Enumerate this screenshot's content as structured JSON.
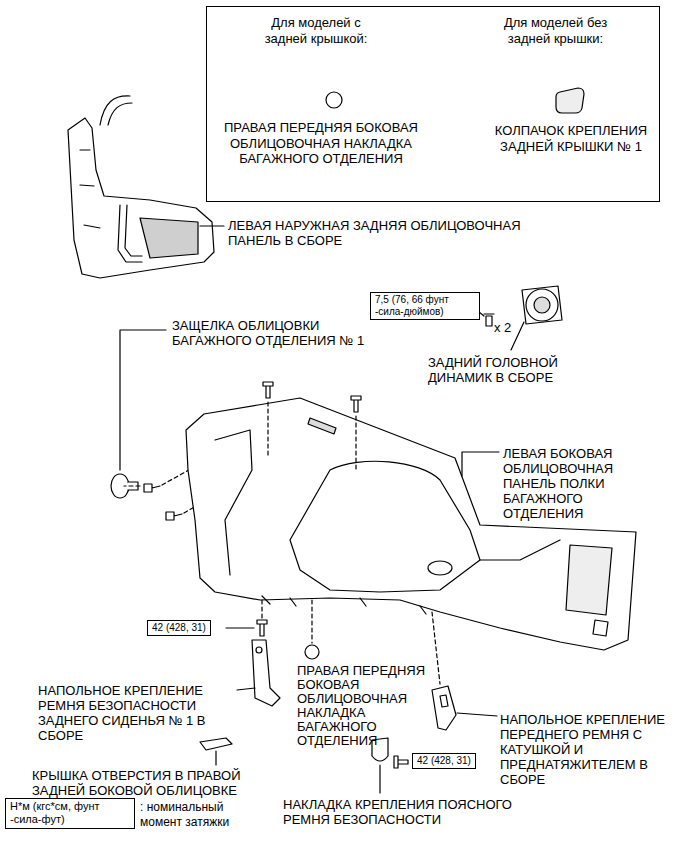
{
  "diagram": {
    "nodes": [
      {
        "text": [
          "Для моделей с задней крышкой:",
          "Для моделей без задней крышки:",
          "ПРАВАЯ ПЕРЕДНЯЯ БОКОВАЯ ОБЛИЦОВОЧНАЯ НАКЛАДКА БАГАЖНОГО ОТДЕЛЕНИЯ",
          "КОЛПАЧОК КРЕПЛЕНИЯ ЗАДНЕЙ КРЫШКИ № 1"
        ]
      },
      {
        "text": [
          "7,5 (76, 66 фунт -сила-дюймов)"
        ]
      },
      {
        "text": [
          "42 (428, 31)"
        ]
      },
      {
        "text": [
          "42 (428, 31)"
        ]
      },
      {
        "text": [
          "Н*м (кгс*см, фунт -сила-фут)"
        ]
      }
    ],
    "labels": [
      "ЛЕВАЯ НАРУЖНАЯ ЗАДНЯЯ ОБЛИЦОВОЧНАЯ ПАНЕЛЬ В СБОРЕ",
      "ЗАЩЕЛКА ОБЛИЦОВКИ БАГАЖНОГО ОТДЕЛЕНИЯ № 1",
      "x 2",
      "ЗАДНИЙ ГОЛОВНОЙ ДИНАМИК В СБОРЕ",
      "ЛЕВАЯ БОКОВАЯ ОБЛИЦОВОЧНАЯ ПАНЕЛЬ ПОЛКИ БАГАЖНОГО ОТДЕЛЕНИЯ",
      "НАПОЛЬНОЕ КРЕПЛЕНИЕ РЕМНЯ БЕЗОПАСНОСТИ ЗАДНЕГО СИДЕНЬЯ № 1 В СБОРЕ",
      "ПРАВАЯ ПЕРЕДНЯЯ БОКОВАЯ ОБЛИЦОВОЧНАЯ НАКЛАДКА БАГАЖНОГО ОТДЕЛЕНИЯ",
      "НАПОЛЬНОЕ КРЕПЛЕНИЕ ПЕРЕДНЕГО РЕМНЯ С КАТУШКОЙ И ПРЕДНАТЯЖИТЕЛЕМ В СБОРЕ",
      "КРЫШКА ОТВЕРСТИЯ В ПРАВОЙ ЗАДНЕЙ БОКОВОЙ ОБЛИЦОВКЕ",
      "НАКЛАДКА КРЕПЛЕНИЯ ПОЯСНОГО РЕМНЯ БЕЗОПАСНОСТИ",
      ": номинальный момент затяжки"
    ]
  }
}
